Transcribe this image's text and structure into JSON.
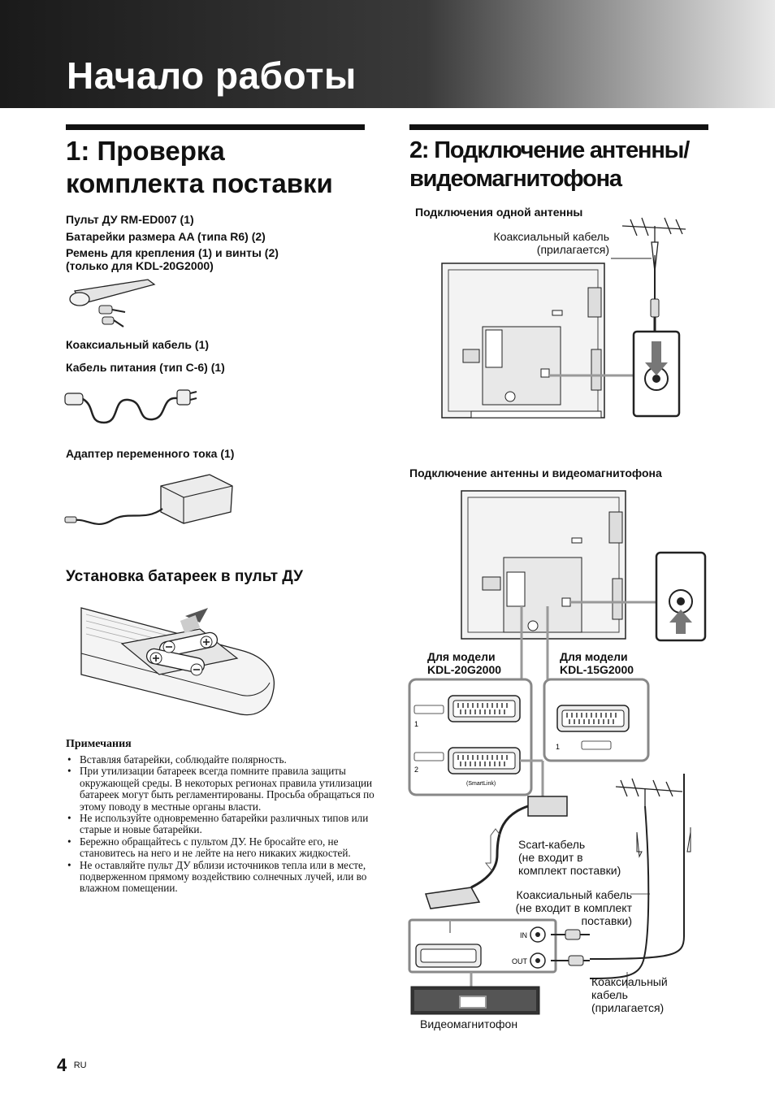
{
  "header": {
    "title": "Начало работы"
  },
  "section1": {
    "title_line1": "1: Проверка",
    "title_line2": "комплекта поставки",
    "items": [
      "Пульт ДУ RM-ED007 (1)",
      "Батарейки размера AA (типа R6) (2)",
      "Ремень для крепления (1) и винты (2)",
      "(только для KDL-20G2000)",
      "Коаксиальный кабель (1)",
      "Кабель питания (тип C-6) (1)",
      "Адаптер переменного тока (1)"
    ],
    "battery_heading": "Установка батареек в пульт ДУ",
    "notes_title": "Примечания",
    "notes": [
      "Вставляя батарейки, соблюдайте полярность.",
      "При утилизации батареек всегда помните правила защиты окружающей среды. В некоторых регионах правила утилизации батареек могут быть регламентированы. Просьба обращаться по этому поводу в местные органы власти.",
      "Не используйте одновременно батарейки различных типов или старые и новые батарейки.",
      "Бережно обращайтесь с пультом ДУ. Не бросайте его, не становитесь на него и не лейте на него никаких жидкостей.",
      "Не оставляйте пульт ДУ вблизи источников тепла или в месте, подверженном прямому воздействию солнечных лучей, или во влажном помещении."
    ]
  },
  "section2": {
    "title_line1": "2: Подключение антенны/",
    "title_line2": "видеомагнитофона",
    "sub1": "Подключения одной антенны",
    "coax_supplied_1": "Коаксиальный кабель",
    "coax_supplied_2": "(прилагается)",
    "sub2": "Подключение антенны и видеомагнитофона",
    "model_a_1": "Для модели",
    "model_a_2": "KDL-20G2000",
    "model_b_1": "Для модели",
    "model_b_2": "KDL-15G2000",
    "port_1": "1",
    "port_2": "2",
    "smartlink": "(SmartLink)",
    "scart_1": "Scart-кабель",
    "scart_2": "(не входит в",
    "scart_3": "комплект поставки)",
    "coax_ns_1": "Коаксиальный кабель",
    "coax_ns_2": "(не входит в комплект",
    "coax_ns_3": "поставки)",
    "in_label": "IN",
    "out_label": "OUT",
    "coax_b_1": "Коаксиальный",
    "coax_b_2": "кабель",
    "coax_b_3": "(прилагается)",
    "vcr": "Видеомагнитофон"
  },
  "footer": {
    "page": "4",
    "lang": "RU"
  }
}
